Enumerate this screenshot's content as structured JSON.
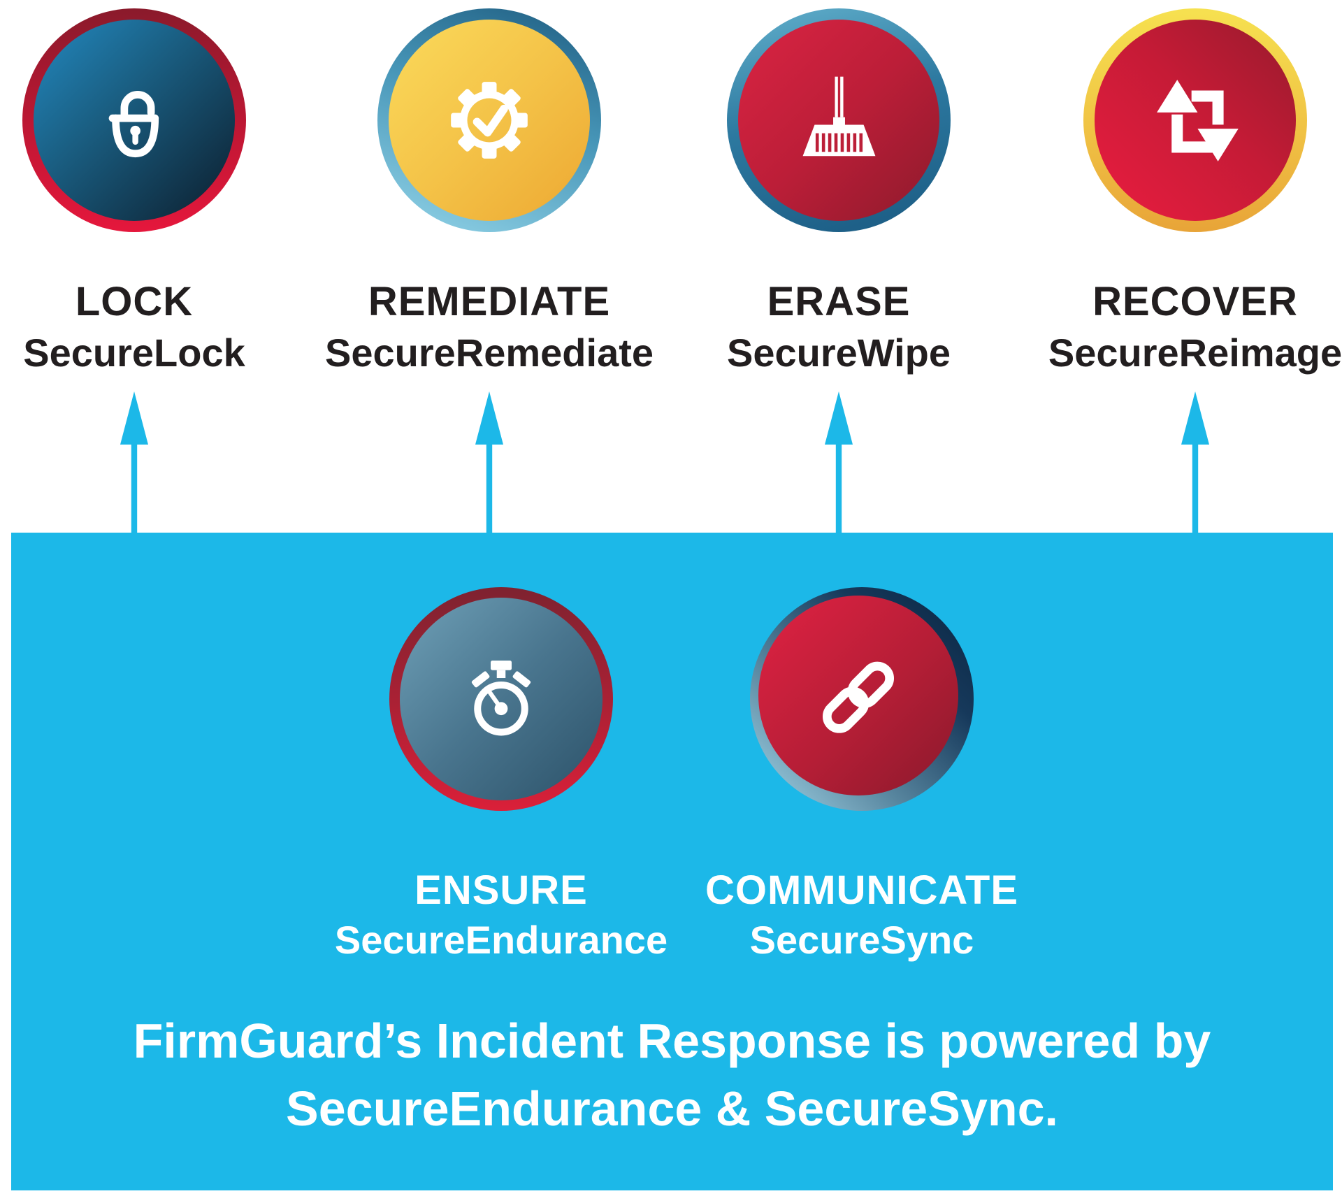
{
  "palette": {
    "cyan": "#1CB8E8",
    "caption_dark": "#221E1F",
    "white": "#FFFFFF",
    "crimson": "#D7203C",
    "navy": "#0C2440",
    "gold": "#F2C245",
    "azure": "#1E84BC",
    "steel_blue": "#49758E"
  },
  "stages": [
    {
      "action": "LOCK",
      "product": "SecureLock",
      "icon": "lock-icon"
    },
    {
      "action": "REMEDIATE",
      "product": "SecureRemediate",
      "icon": "gear-check-icon"
    },
    {
      "action": "ERASE",
      "product": "SecureWipe",
      "icon": "broom-icon"
    },
    {
      "action": "RECOVER",
      "product": "SecureReimage",
      "icon": "repeat-arrows-icon"
    }
  ],
  "foundation": {
    "items": [
      {
        "action": "ENSURE",
        "product": "SecureEndurance",
        "icon": "stopwatch-icon"
      },
      {
        "action": "COMMUNICATE",
        "product": "SecureSync",
        "icon": "chain-link-icon"
      }
    ],
    "tagline": {
      "line1": "FirmGuard’s Incident Response is powered by",
      "line2": "SecureEndurance & SecureSync."
    }
  }
}
